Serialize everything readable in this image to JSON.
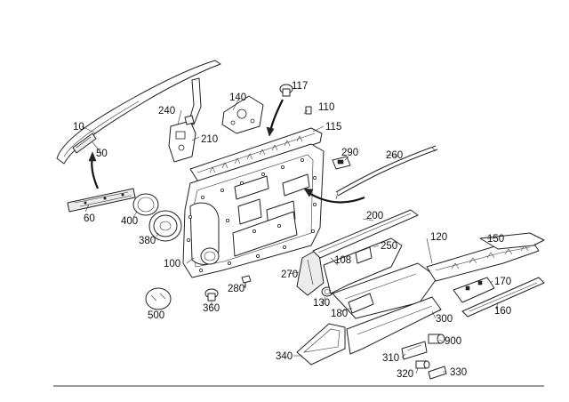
{
  "diagram": {
    "callouts": [
      {
        "id": "10",
        "text": "10"
      },
      {
        "id": "50",
        "text": "50"
      },
      {
        "id": "60",
        "text": "60"
      },
      {
        "id": "100",
        "text": "100"
      },
      {
        "id": "108",
        "text": "108"
      },
      {
        "id": "110",
        "text": "110"
      },
      {
        "id": "115",
        "text": "115"
      },
      {
        "id": "117",
        "text": "117"
      },
      {
        "id": "120",
        "text": "120"
      },
      {
        "id": "130",
        "text": "130"
      },
      {
        "id": "140",
        "text": "140"
      },
      {
        "id": "150",
        "text": "150"
      },
      {
        "id": "160",
        "text": "160"
      },
      {
        "id": "170",
        "text": "170"
      },
      {
        "id": "180",
        "text": "180"
      },
      {
        "id": "200",
        "text": "200"
      },
      {
        "id": "210",
        "text": "210"
      },
      {
        "id": "240",
        "text": "240"
      },
      {
        "id": "250",
        "text": "250"
      },
      {
        "id": "260",
        "text": "260"
      },
      {
        "id": "270",
        "text": "270"
      },
      {
        "id": "280",
        "text": "280"
      },
      {
        "id": "290",
        "text": "290"
      },
      {
        "id": "300",
        "text": "300"
      },
      {
        "id": "310",
        "text": "310"
      },
      {
        "id": "320",
        "text": "320"
      },
      {
        "id": "330",
        "text": "330"
      },
      {
        "id": "340",
        "text": "340"
      },
      {
        "id": "360",
        "text": "360"
      },
      {
        "id": "380",
        "text": "380"
      },
      {
        "id": "400",
        "text": "400"
      },
      {
        "id": "500",
        "text": "500"
      },
      {
        "id": "900",
        "text": "900"
      }
    ]
  }
}
